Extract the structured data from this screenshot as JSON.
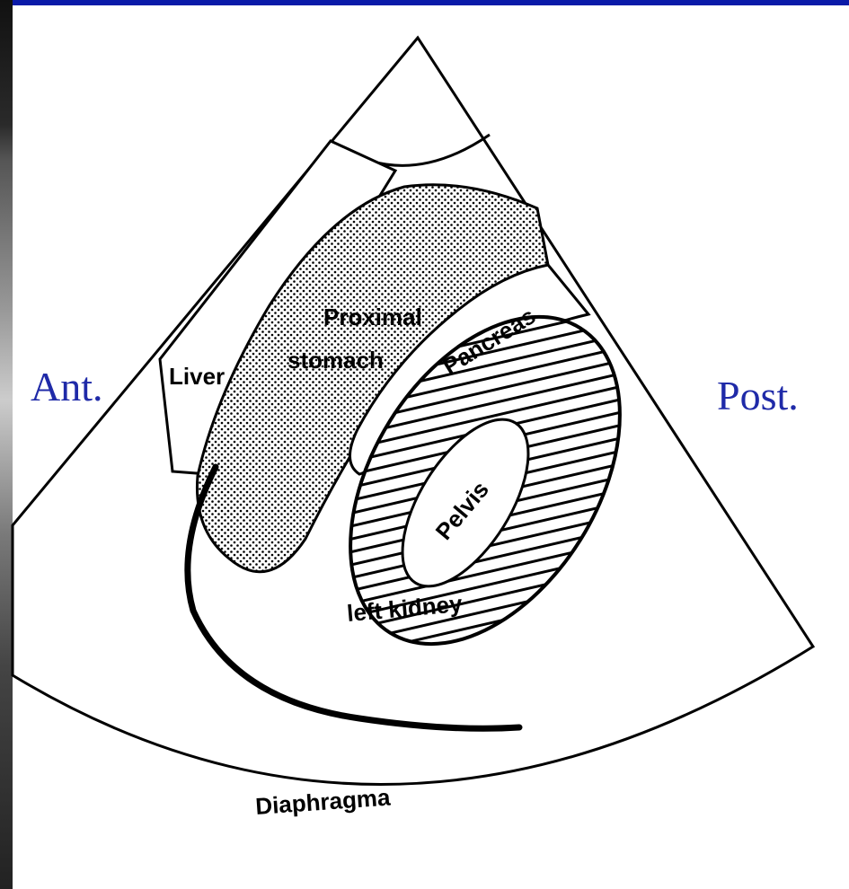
{
  "labels": {
    "anterior": "Ant.",
    "posterior": "Post.",
    "liver": "Liver",
    "proximal": "Proximal",
    "stomach": "stomach",
    "pancreas": "Pancreas",
    "pelvis": "Pelvis",
    "left_kidney": "left kidney",
    "diaphragma": "Diaphragma"
  },
  "colors": {
    "frame": "#0a1aa8",
    "label_blue": "#1f2aa8",
    "line": "#000000",
    "background": "#ffffff"
  }
}
